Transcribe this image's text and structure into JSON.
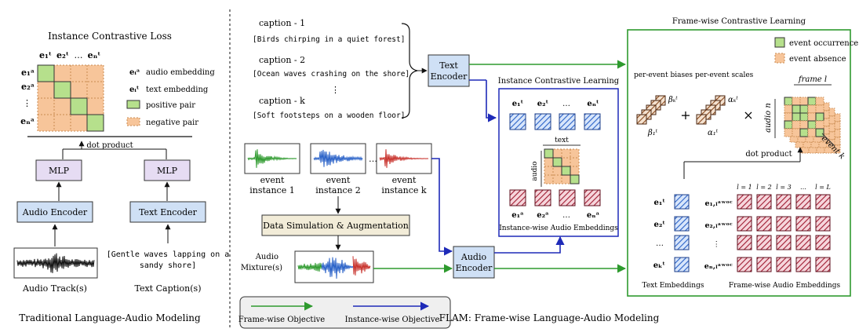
{
  "left": {
    "loss_title": "Instance Contrastive Loss",
    "col_labels": [
      "e₁ᵗ",
      "e₂ᵗ",
      "…",
      "eₙᵗ"
    ],
    "row_labels": [
      "e₁ᵃ",
      "e₂ᵃ",
      "⋮",
      "eₙᵃ"
    ],
    "legend": {
      "audio_sym": "eᵢᵃ",
      "audio_embedding": "audio embedding",
      "text_sym": "eᵢᵗ",
      "text_embedding": "text embedding",
      "positive_pair": "positive pair",
      "negative_pair": "negative pair"
    },
    "dot_product": "dot product",
    "mlp": "MLP",
    "audio_encoder": "Audio Encoder",
    "text_encoder": "Text Encoder",
    "caption_line1": "[Gentle waves lapping on a",
    "caption_line2": "sandy shore]",
    "audio_track": "Audio Track(s)",
    "text_caption": "Text Caption(s)",
    "footer": "Traditional Language-Audio Modeling"
  },
  "middle": {
    "captions": [
      {
        "label": "caption - 1",
        "text": "[Birds chirping in a quiet forest]"
      },
      {
        "label": "caption - 2",
        "text": "[Ocean waves crashing on the shore]"
      },
      {
        "label": "caption - k",
        "text": "[Soft footsteps on a wooden floor]"
      }
    ],
    "vdots": "⋮",
    "text_encoder_l1": "Text",
    "text_encoder_l2": "Encoder",
    "events": [
      {
        "l1": "event",
        "l2": "instance 1"
      },
      {
        "l1": "event",
        "l2": "instance 2"
      },
      {
        "l1": "event",
        "l2": "instance k"
      }
    ],
    "ellipsis": "…",
    "data_sim": "Data Simulation & Augmentation",
    "mixture_l1": "Audio",
    "mixture_l2": "Mixture(s)",
    "audio_encoder_l1": "Audio",
    "audio_encoder_l2": "Encoder",
    "icl": {
      "title": "Instance Contrastive Learning",
      "top_labels": [
        "e₁ᵗ",
        "e₂ᵗ",
        "…",
        "eₙᵗ"
      ],
      "text_axis": "text",
      "audio_axis": "audio",
      "bottom_labels": [
        "e₁ᵃ",
        "e₂ᵃ",
        "…",
        "eₙᵃ"
      ],
      "caption": "Instance-wise Audio Embeddings"
    },
    "legend_frame": "Frame-wise Objective",
    "legend_instance": "Instance-wise Objective",
    "footer": "FLAM: Frame-wise Language-Audio Modeling"
  },
  "right": {
    "title": "Frame-wise Contrastive Learning",
    "event_occurrence": "event occurrence",
    "event_absence": "event absence",
    "biases_label": "per-event biases",
    "scales_label": "per-event scales",
    "beta_k": "βₖᵗ",
    "beta_1": "β₁ᵗ",
    "alpha_k": "αₖᵗ",
    "alpha_1": "α₁ᵗ",
    "plus": "+",
    "times": "×",
    "frame_l": "frame l",
    "audio_n": "audio n",
    "event_k": "event k",
    "dot_product": "dot product",
    "frame_headers": [
      "l = 1",
      "l = 2",
      "l = 3",
      "…",
      "l = L"
    ],
    "text_rows": [
      "e₁ᵗ",
      "e₂ᵗ",
      "…",
      "eₖᵗ"
    ],
    "audio_rows": [
      "e₁,ₗᵃʷᵒᶜ",
      "e₂,ₗᵃʷᵒᶜ",
      "⋮",
      "eₙ,ₗᵃʷᵒᶜ"
    ],
    "text_embeddings": "Text Embeddings",
    "frame_audio_embeddings": "Frame-wise Audio Embeddings"
  },
  "colors": {
    "green_line": "#2e9a2e",
    "blue_line": "#1e2ab8",
    "box_blue": "#cfe0f5",
    "box_purple": "#e6dcf3",
    "box_orange": "#fadcc0",
    "positive": "#b6e08c",
    "negative": "#f7c59a",
    "hatch_blue": "#2a62c8",
    "hatch_red": "#a01c32",
    "hatch_brown": "#8a4a1e"
  }
}
